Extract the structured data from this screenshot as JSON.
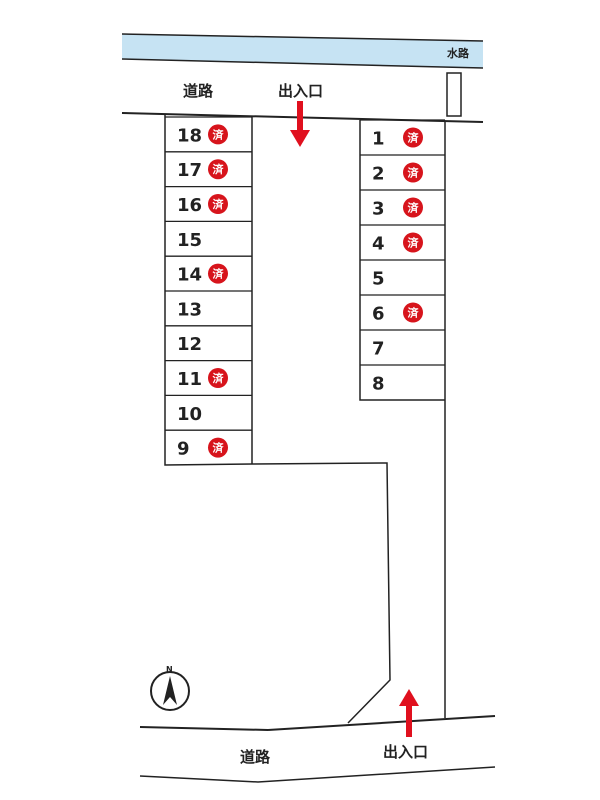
{
  "labels": {
    "waterway": "水路",
    "road_top": "道路",
    "road_bottom": "道路",
    "entrance_top": "出入口",
    "entrance_bottom": "出入口",
    "north": "N",
    "sold_mark": "済"
  },
  "colors": {
    "water": "#c6e3f3",
    "sold": "#d7141c",
    "arrow": "#e0101e",
    "line": "#222222"
  },
  "left_slots": [
    {
      "number": "18",
      "sold": true
    },
    {
      "number": "17",
      "sold": true
    },
    {
      "number": "16",
      "sold": true
    },
    {
      "number": "15",
      "sold": false
    },
    {
      "number": "14",
      "sold": true
    },
    {
      "number": "13",
      "sold": false
    },
    {
      "number": "12",
      "sold": false
    },
    {
      "number": "11",
      "sold": true
    },
    {
      "number": "10",
      "sold": false
    },
    {
      "number": "9",
      "sold": true
    }
  ],
  "right_slots": [
    {
      "number": "1",
      "sold": true
    },
    {
      "number": "2",
      "sold": true
    },
    {
      "number": "3",
      "sold": true
    },
    {
      "number": "4",
      "sold": true
    },
    {
      "number": "5",
      "sold": false
    },
    {
      "number": "6",
      "sold": true
    },
    {
      "number": "7",
      "sold": false
    },
    {
      "number": "8",
      "sold": false
    }
  ]
}
